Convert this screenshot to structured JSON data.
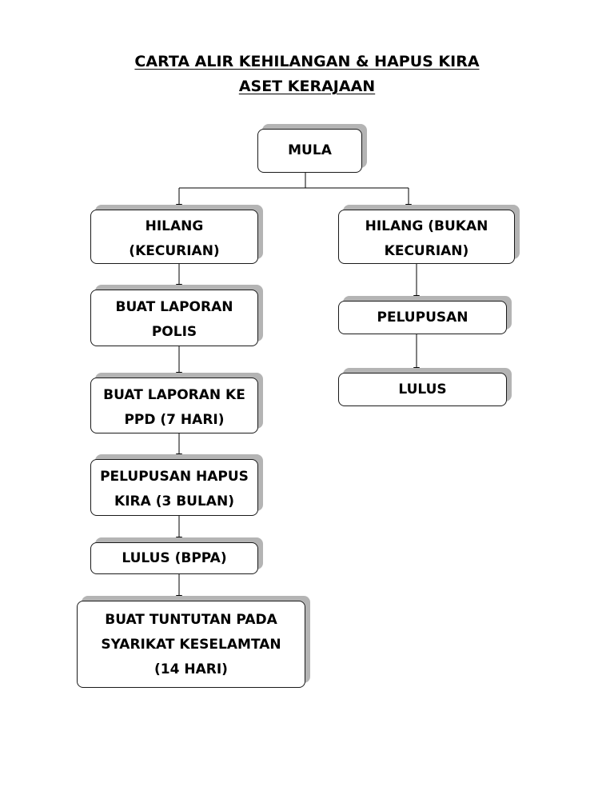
{
  "title": {
    "line1": "CARTA ALIR KEHILANGAN & HAPUS KIRA",
    "line2": "ASET KERAJAAN"
  },
  "nodes": {
    "start": {
      "lines": [
        "MULA"
      ]
    },
    "theft": {
      "lines": [
        "HILANG",
        "(KECURIAN)"
      ]
    },
    "non_theft": {
      "lines": [
        "HILANG (BUKAN",
        "KECURIAN)"
      ]
    },
    "police_report": {
      "lines": [
        "BUAT LAPORAN",
        "POLIS"
      ]
    },
    "ppd_report": {
      "lines": [
        "BUAT LAPORAN KE",
        "PPD (7 HARI)"
      ]
    },
    "write_off": {
      "lines": [
        "PELUPUSAN HAPUS",
        "KIRA (3 BULAN)"
      ]
    },
    "approved_bppa": {
      "lines": [
        "LULUS (BPPA)"
      ]
    },
    "insurance_claim": {
      "lines": [
        "BUAT TUNTUTAN PADA",
        "SYARIKAT KESELAMTAN",
        "(14 HARI)"
      ]
    },
    "disposal": {
      "lines": [
        "PELUPUSAN"
      ]
    },
    "approved": {
      "lines": [
        "LULUS"
      ]
    }
  }
}
